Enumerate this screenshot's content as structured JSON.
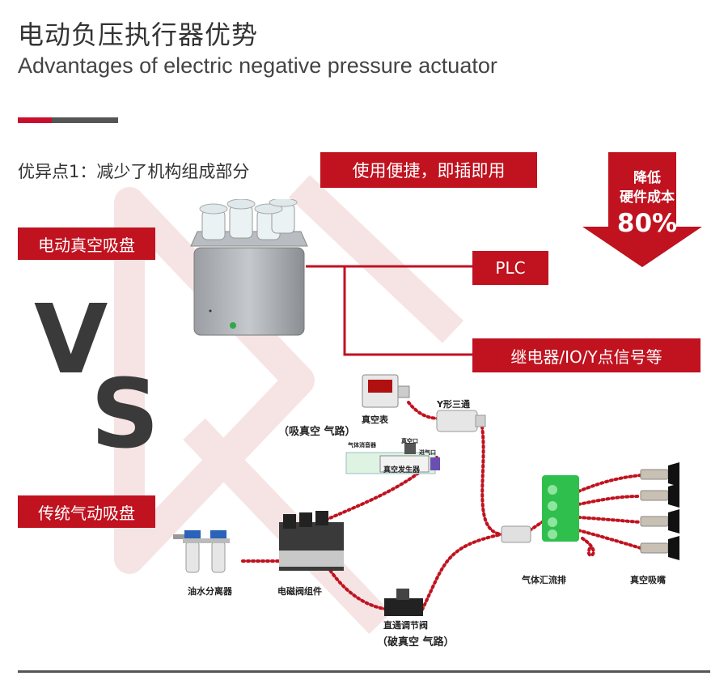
{
  "header": {
    "title_cn": "电动负压执行器优势",
    "title_en": "Advantages of electric negative pressure actuator"
  },
  "advantage": {
    "point_label": "优异点1：减少了机构组成部分",
    "highlight": "使用便捷，即插即用"
  },
  "badge": {
    "line1": "降低",
    "line2": "硬件成本",
    "value": "80%"
  },
  "electric": {
    "label": "电动真空吸盘",
    "plc": "PLC",
    "relay": "继电器/IO/Y点信号等"
  },
  "vs": {
    "v": "V",
    "s": "S"
  },
  "traditional": {
    "label": "传统气动吸盘",
    "vacuum_meter": "真空表",
    "y_tee": "Y形三通",
    "suction_path": "（吸真空 气路）",
    "silencer": "气体消音器",
    "vacuum_port": "真空口",
    "exhaust_port": "进气口",
    "generator": "真空发生器",
    "filter": "油水分离器",
    "valve_group": "电磁阀组件",
    "throttle": "直通调节阀",
    "break_path": "（破真空 气路）",
    "manifold": "气体汇流排",
    "nozzle": "真空吸嘴"
  },
  "colors": {
    "accent_red": "#c0121f",
    "dark_gray": "#3a3a3a"
  }
}
